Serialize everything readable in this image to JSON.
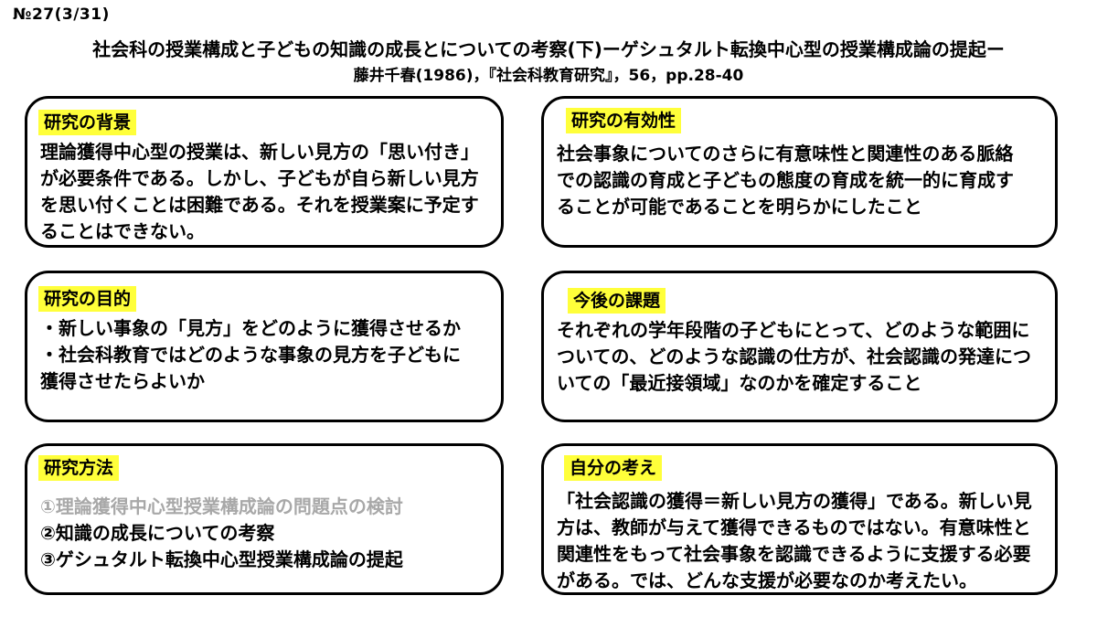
{
  "header": {
    "number": "№27(3/31)",
    "title": "社会科の授業構成と子どもの知識の成長とについての考察(下)ーゲシュタルト転換中心型の授業構成論の提起ー",
    "citation": "藤井千春(1986)，『社会科教育研究』，56，pp.28-40"
  },
  "colors": {
    "label_highlight": "#ffff3a",
    "border": "#000000",
    "faded_text": "#a8a8a8"
  },
  "cards": {
    "background": {
      "label": "研究の背景",
      "lines": [
        "理論獲得中心型の授業は、新しい見方の「思い付き」",
        "が必要条件である。しかし、子どもが自ら新しい見方",
        "を思い付くことは困難である。それを授業案に予定す",
        "ることはできない。"
      ]
    },
    "effectiveness": {
      "label": "研究の有効性",
      "lines": [
        "社会事象についてのさらに有意味性と関連性のある脈絡",
        "での認識の育成と子どもの態度の育成を統一的に育成す",
        "ることが可能であることを明らかにしたこと"
      ]
    },
    "purpose": {
      "label": "研究の目的",
      "lines": [
        "・新しい事象の「見方」をどのように獲得させるか",
        "・社会科教育ではどのような事象の見方を子どもに",
        "獲得させたらよいか"
      ]
    },
    "future": {
      "label": "今後の課題",
      "lines": [
        "それぞれの学年段階の子どもにとって、どのような範囲に",
        "ついての、どのような認識の仕方が、社会認識の発達につ",
        "いての「最近接領域」なのかを確定すること"
      ]
    },
    "method": {
      "label": "研究方法",
      "items": [
        "①理論獲得中心型授業構成論の問題点の検討",
        "②知識の成長についての考察",
        "③ゲシュタルト転換中心型授業構成論の提起"
      ]
    },
    "opinion": {
      "label": "自分の考え",
      "lines": [
        "「社会認識の獲得＝新しい見方の獲得」である。新しい見",
        "方は、教師が与えて獲得できるものではない。有意味性と",
        "関連性をもって社会事象を認識できるように支援する必要",
        "がある。では、どんな支援が必要なのか考えたい。"
      ]
    }
  }
}
